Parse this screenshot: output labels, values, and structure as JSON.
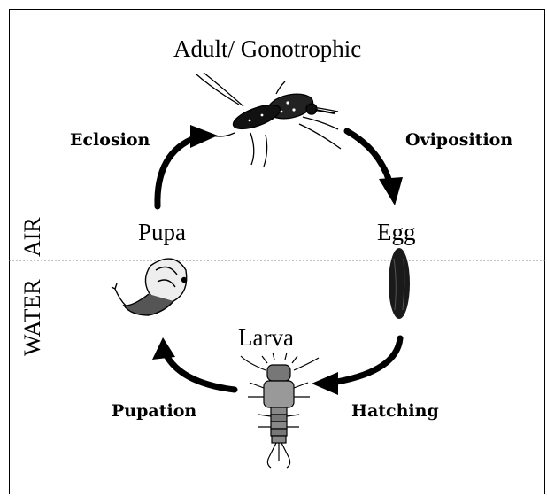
{
  "diagram": {
    "stages": {
      "adult": "Adult/ Gonotrophic",
      "egg": "Egg",
      "larva": "Larva",
      "pupa": "Pupa"
    },
    "processes": {
      "oviposition": "Oviposition",
      "hatching": "Hatching",
      "pupation": "Pupation",
      "eclosion": "Eclosion"
    },
    "zones": {
      "air": "AIR",
      "water": "WATER"
    }
  }
}
